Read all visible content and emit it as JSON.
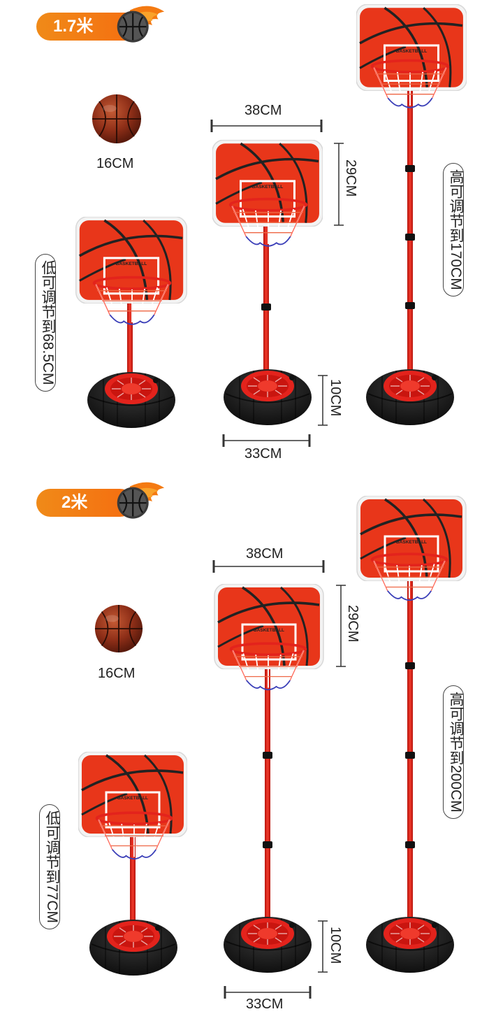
{
  "colors": {
    "accent": "#f2771a",
    "pole": "#e3231c",
    "board": "#e8361a",
    "tire": "#1a1a1a"
  },
  "section1": {
    "badge": "1.7米",
    "ball_size": "16CM",
    "width_top": "38CM",
    "board_height": "29CM",
    "base_height": "10CM",
    "base_width": "33CM",
    "min_height": "低可调节到68.5CM",
    "max_height": "高可调节到170CM"
  },
  "section2": {
    "badge": "2米",
    "ball_size": "16CM",
    "width_top": "38CM",
    "board_height": "29CM",
    "base_height": "10CM",
    "base_width": "33CM",
    "min_height": "低可调节到77CM",
    "max_height": "高可调节到200CM"
  },
  "board_label": "BASKETBALL",
  "icons": [
    "fire-basketball-icon",
    "basketball-icon"
  ]
}
